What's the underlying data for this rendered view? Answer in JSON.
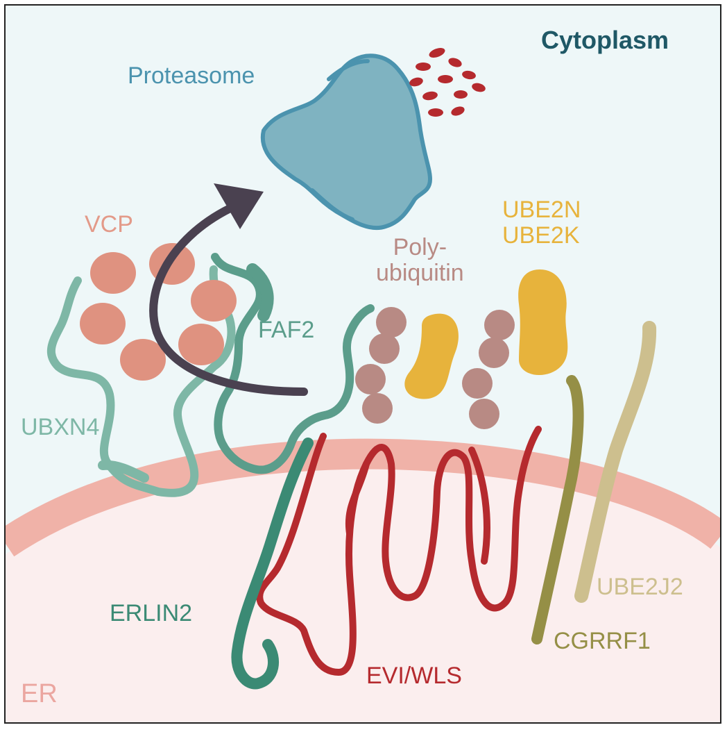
{
  "labels": {
    "cytoplasm": "Cytoplasm",
    "proteasome": "Proteasome",
    "vcp": "VCP",
    "faf2": "FAF2",
    "ubxn4": "UBXN4",
    "polyubiquitin_line1": "Poly-",
    "polyubiquitin_line2": "ubiquitin",
    "ube2n": "UBE2N",
    "ube2k": "UBE2K",
    "ube2j2": "UBE2J2",
    "cgrrf1": "CGRRF1",
    "erlin2": "ERLIN2",
    "evi_wls": "EVI/WLS",
    "er": "ER"
  },
  "colors": {
    "cytoplasm_bg": "#eef7f8",
    "er_lumen": "#fbeeee",
    "er_membrane": "#f0b2a8",
    "cytoplasm_text": "#1f5866",
    "proteasome": "#7fb3c1",
    "proteasome_text": "#4b93ae",
    "peptide": "#b52a2e",
    "vcp": "#df9280",
    "vcp_text": "#e39a89",
    "faf2": "#5b9d8b",
    "ubxn4": "#7eb7a6",
    "ubiquitin": "#b88a84",
    "ube2": "#e7b33c",
    "arrow": "#4a4150",
    "evi": "#b52a2e",
    "erlin2": "#3b8a74",
    "cgrrf1": "#958f46",
    "ube2j2": "#cdbf8e",
    "er_text": "#eba6a0"
  }
}
